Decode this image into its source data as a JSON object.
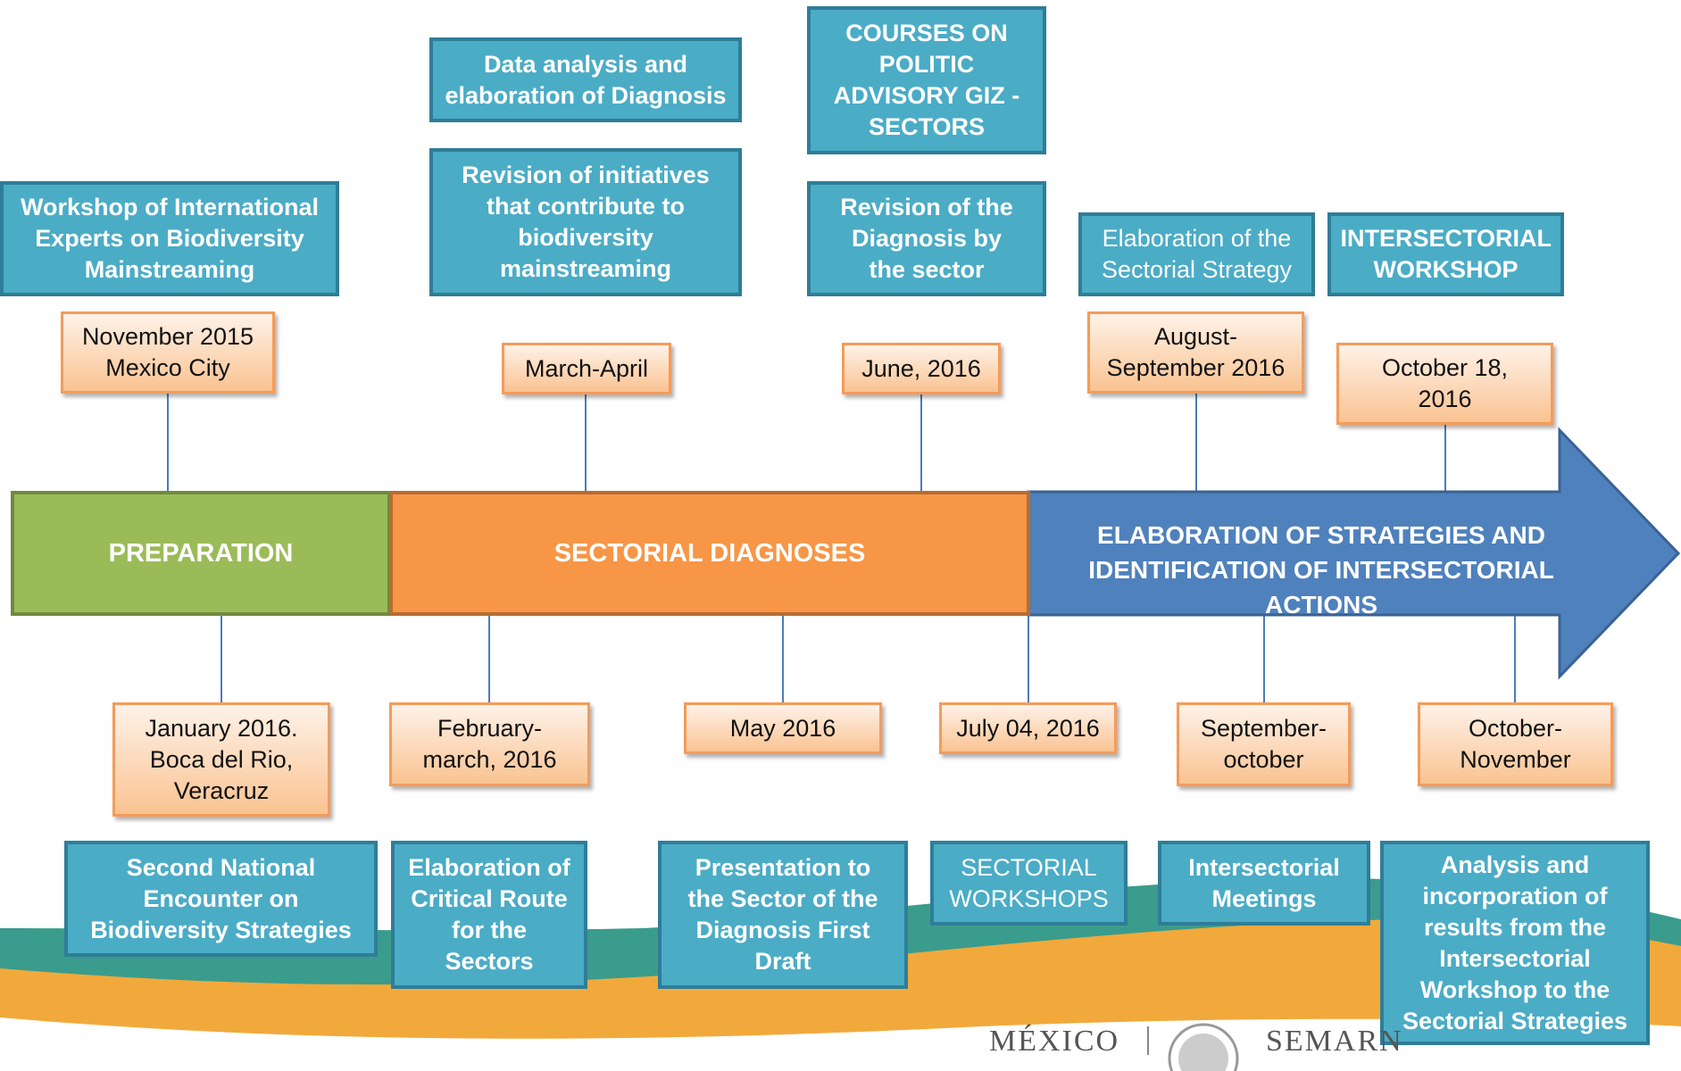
{
  "phases": {
    "preparation": "PREPARATION",
    "diagnoses": "SECTORIAL DIAGNOSES",
    "elaboration_line1": "ELABORATION OF STRATEGIES AND",
    "elaboration_line2": "IDENTIFICATION  OF INTERSECTORIAL ACTIONS"
  },
  "top_activities": {
    "workshop_experts": "Workshop of International Experts on Biodiversity Mainstreaming",
    "data_analysis": "Data analysis and elaboration of Diagnosis",
    "revision_initiatives": "Revision of initiatives that contribute to biodiversity mainstreaming",
    "courses_politic": "COURSES ON POLITIC ADVISORY GIZ - SECTORS",
    "revision_diagnosis": "Revision of the Diagnosis by the sector",
    "elaboration_sectorial": "Elaboration of the Sectorial Strategy",
    "intersectorial_workshop": "INTERSECTORIAL WORKSHOP"
  },
  "top_dates": {
    "nov_2015": "November 2015 Mexico City",
    "march_april": "March-April",
    "june_2016": "June, 2016",
    "aug_sep": "August-September 2016",
    "oct_18": "October 18, 2016"
  },
  "bottom_dates": {
    "jan_2016": "January 2016. Boca del Rio, Veracruz",
    "feb_march": "February-march, 2016",
    "may_2016": "May 2016",
    "jul_04": "July 04, 2016",
    "sep_oct": "September-october",
    "oct_nov": "October-November"
  },
  "bottom_activities": {
    "second_national": "Second National Encounter on Biodiversity Strategies",
    "critical_route": "Elaboration of Critical Route for the Sectors",
    "presentation": "Presentation to the Sector of the Diagnosis First Draft",
    "sectorial_workshops": "SECTORIAL WORKSHOPS",
    "intersectorial_meetings": "Intersectorial Meetings",
    "analysis_results": "Analysis and incorporation of results from the Intersectorial Workshop to the Sectorial Strategies"
  },
  "footer": {
    "mexico": "MÉXICO",
    "semarnat": "SEMARN"
  },
  "colors": {
    "activity_fill": "#4bacc6",
    "date_fill": "#fac392",
    "preparation": "#9bbb59",
    "diagnoses": "#f79646",
    "elaboration": "#4f81bd",
    "connector": "#4a7ebb"
  }
}
